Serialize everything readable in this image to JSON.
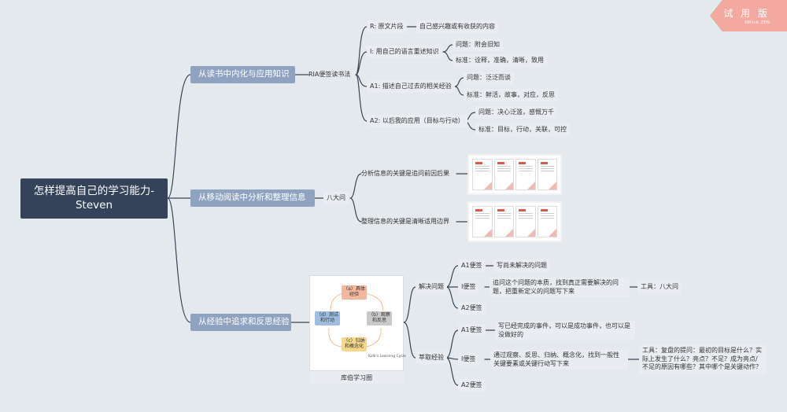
{
  "watermark": {
    "title": "试 用 版",
    "subtitle": "XMind: ZEN"
  },
  "root": "怎样提高自己的学习能力-Steven",
  "branch1": {
    "label": "从读书中内化与应用知识",
    "method": "RIA便签读书法",
    "items": [
      {
        "label": "R: 原文片段",
        "children": [
          "自己感兴趣或有收获的内容"
        ]
      },
      {
        "label": "I: 用自己的语言重述知识",
        "children": [
          "问题：附会旧知",
          "标准：诠释，准确，清晰，致用"
        ]
      },
      {
        "label": "A1: 描述自己过去的相关经验",
        "children": [
          "问题：泛泛而谈",
          "标准：鲜活，故事，对应，反思"
        ]
      },
      {
        "label": "A2: 以后我的应用（目标与行动）",
        "children": [
          "问题：决心泛滥，感慨万千",
          "标准：目标，行动，关联，可控"
        ]
      }
    ]
  },
  "branch2": {
    "label": "从移动阅读中分析和整理信息",
    "method": "八大问",
    "items": [
      "分析信息的关键是追问前因后果",
      "整理信息的关键是清晰适用边界"
    ]
  },
  "branch3": {
    "label": "从经验中追求和反思经验",
    "kolb_caption": "库伯学习圈",
    "kolb_title": "Kolb's Learning Cycle",
    "kolb_stages": [
      "（a）具体经验",
      "（b）观察和反思",
      "（c）归纳和概念化",
      "（d）测试和行动"
    ],
    "solve": {
      "label": "解决问题",
      "a1": "A1便签",
      "a1_text": "写尚未解决的问题",
      "i": "I便签",
      "i_text": "追问这个问题的本质，找到真正需要解决的问题，把重新定义的问题写下来",
      "i_tool": "工具：八大问",
      "a2": "A2便签"
    },
    "extract": {
      "label": "萃取经验",
      "a1": "A1便签",
      "a1_text": "写已经完成的事件，可以是成功事件，也可以是没做好的",
      "i": "I便签",
      "i_text": "通过观察、反思、归纳、概念化，找到一般性关键要素或关键行动写下来",
      "i_tool": "工具：复盘的提问：最初的目标是什么？实际上发生了什么？亮点？不足？成为亮点/不足的原因有哪些？其中哪个是关键动作？",
      "a2": "A2便签"
    }
  },
  "colors": {
    "root": "#34425a",
    "main": "#8fa3c0",
    "sub": "#e9edf1",
    "line": "#3a4656",
    "watermark": "#f4a9a0"
  }
}
